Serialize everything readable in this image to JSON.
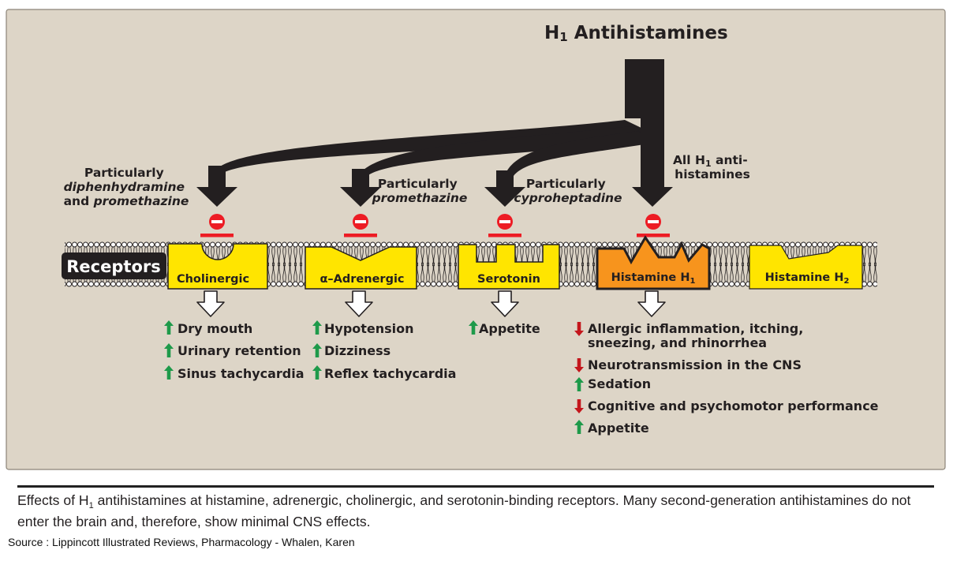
{
  "title": {
    "main": "H",
    "sub": "1",
    "rest": " Antihistamines"
  },
  "receptors_label": "Receptors",
  "drug_labels": {
    "cholinergic": {
      "line1": "Particularly",
      "line2": "diphenhydramine",
      "line3a": "and ",
      "line3b": "promethazine"
    },
    "adrenergic": {
      "line1": "Particularly",
      "line2": "promethazine"
    },
    "serotonin": {
      "line1": "Particularly",
      "line2": "cyproheptadine"
    },
    "histamine": {
      "line1a": "All H",
      "line1sub": "1",
      "line1b": " anti-",
      "line2": "histamines"
    }
  },
  "receptors": [
    {
      "id": "cholinergic",
      "label": "Cholinergic"
    },
    {
      "id": "adrenergic",
      "label": "α–Adrenergic"
    },
    {
      "id": "serotonin",
      "label": "Serotonin"
    },
    {
      "id": "histamine_h1",
      "label": "Histamine H",
      "sub": "1"
    },
    {
      "id": "histamine_h2",
      "label": "Histamine H",
      "sub": "2"
    }
  ],
  "effects": {
    "cholinergic": [
      {
        "dir": "up",
        "text": "Dry mouth"
      },
      {
        "dir": "up",
        "text": "Urinary retention"
      },
      {
        "dir": "up",
        "text": "Sinus tachycardia"
      }
    ],
    "adrenergic": [
      {
        "dir": "up",
        "text": "Hypotension"
      },
      {
        "dir": "up",
        "text": "Dizziness"
      },
      {
        "dir": "up",
        "text": "Reflex tachycardia"
      }
    ],
    "serotonin": [
      {
        "dir": "up",
        "text": "Appetite"
      }
    ],
    "histamine_h1": [
      {
        "dir": "down",
        "line1": "Allergic inflammation, itching,",
        "line2": "sneezing, and rhinorrhea"
      },
      {
        "dir": "down",
        "text": "Neurotransmission in the CNS"
      },
      {
        "dir": "up",
        "text": "Sedation"
      },
      {
        "dir": "down",
        "text": "Cognitive and psychomotor performance"
      },
      {
        "dir": "up",
        "text": "Appetite"
      }
    ]
  },
  "caption": {
    "part1": "Effects of H",
    "sub": "1",
    "part2": " antihistamines at histamine, adrenergic, cholinergic, and serotonin-binding receptors. Many second-generation antihistamines do not enter the brain and, therefore, show minimal CNS effects."
  },
  "source": "Source : Lippincott Illustrated Reviews, Pharmacology - Whalen, Karen",
  "colors": {
    "background": "#ddd5c7",
    "receptor_yellow": "#ffe500",
    "receptor_orange": "#f7941d",
    "inhibit_red": "#ed1c24",
    "arrow_up_green": "#1e9a4a",
    "arrow_down_red": "#c4161c",
    "dark": "#231f20"
  },
  "icons": [
    "inhibit-minus-icon",
    "arrow-up-icon",
    "arrow-down-icon",
    "hollow-down-arrow-icon"
  ]
}
